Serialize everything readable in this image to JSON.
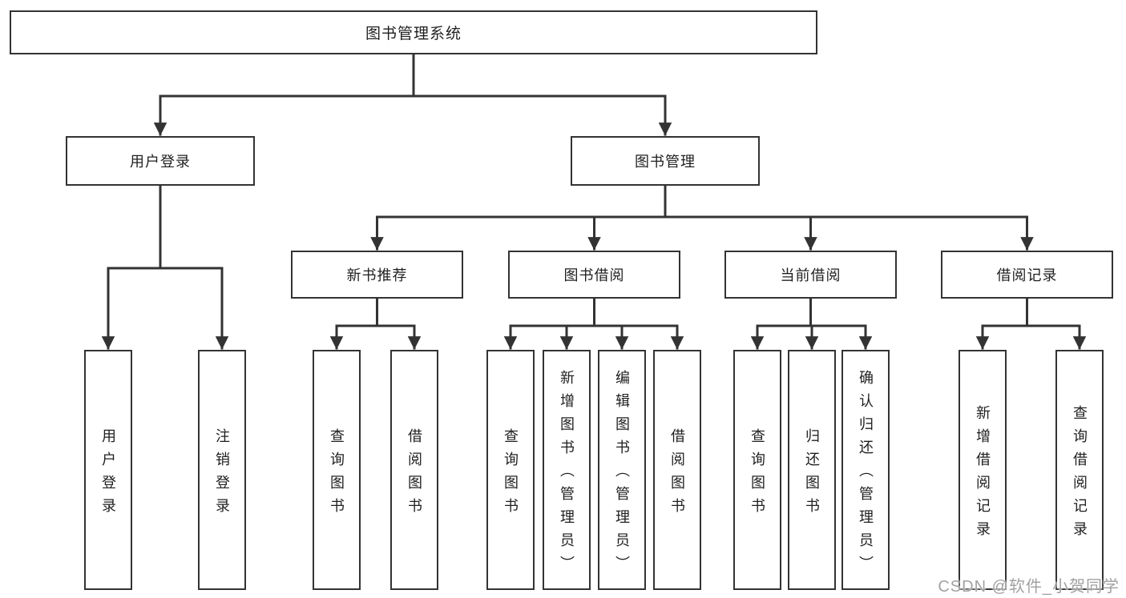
{
  "diagram": {
    "root": {
      "label": "图书管理系统",
      "children": [
        {
          "label": "用户登录",
          "children": [
            {
              "label": "用户登录"
            },
            {
              "label": "注销登录"
            }
          ]
        },
        {
          "label": "图书管理",
          "children": [
            {
              "label": "新书推荐",
              "children": [
                {
                  "label": "查询图书"
                },
                {
                  "label": "借阅图书"
                }
              ]
            },
            {
              "label": "图书借阅",
              "children": [
                {
                  "label": "查询图书"
                },
                {
                  "label": "新增图书（管理员）"
                },
                {
                  "label": "编辑图书（管理员）"
                },
                {
                  "label": "借阅图书"
                }
              ]
            },
            {
              "label": "当前借阅",
              "children": [
                {
                  "label": "查询图书"
                },
                {
                  "label": "归还图书"
                },
                {
                  "label": "确认归还（管理员）"
                }
              ]
            },
            {
              "label": "借阅记录",
              "children": [
                {
                  "label": "新增借阅记录"
                },
                {
                  "label": "查询借阅记录"
                }
              ]
            }
          ]
        }
      ]
    },
    "colors": {
      "line": "#333333",
      "border": "#333333",
      "text": "#1f1f1f",
      "background": "#ffffff",
      "watermark": "#a2a2a2"
    }
  },
  "watermark": {
    "text": "CSDN @软件_小贺同学"
  }
}
